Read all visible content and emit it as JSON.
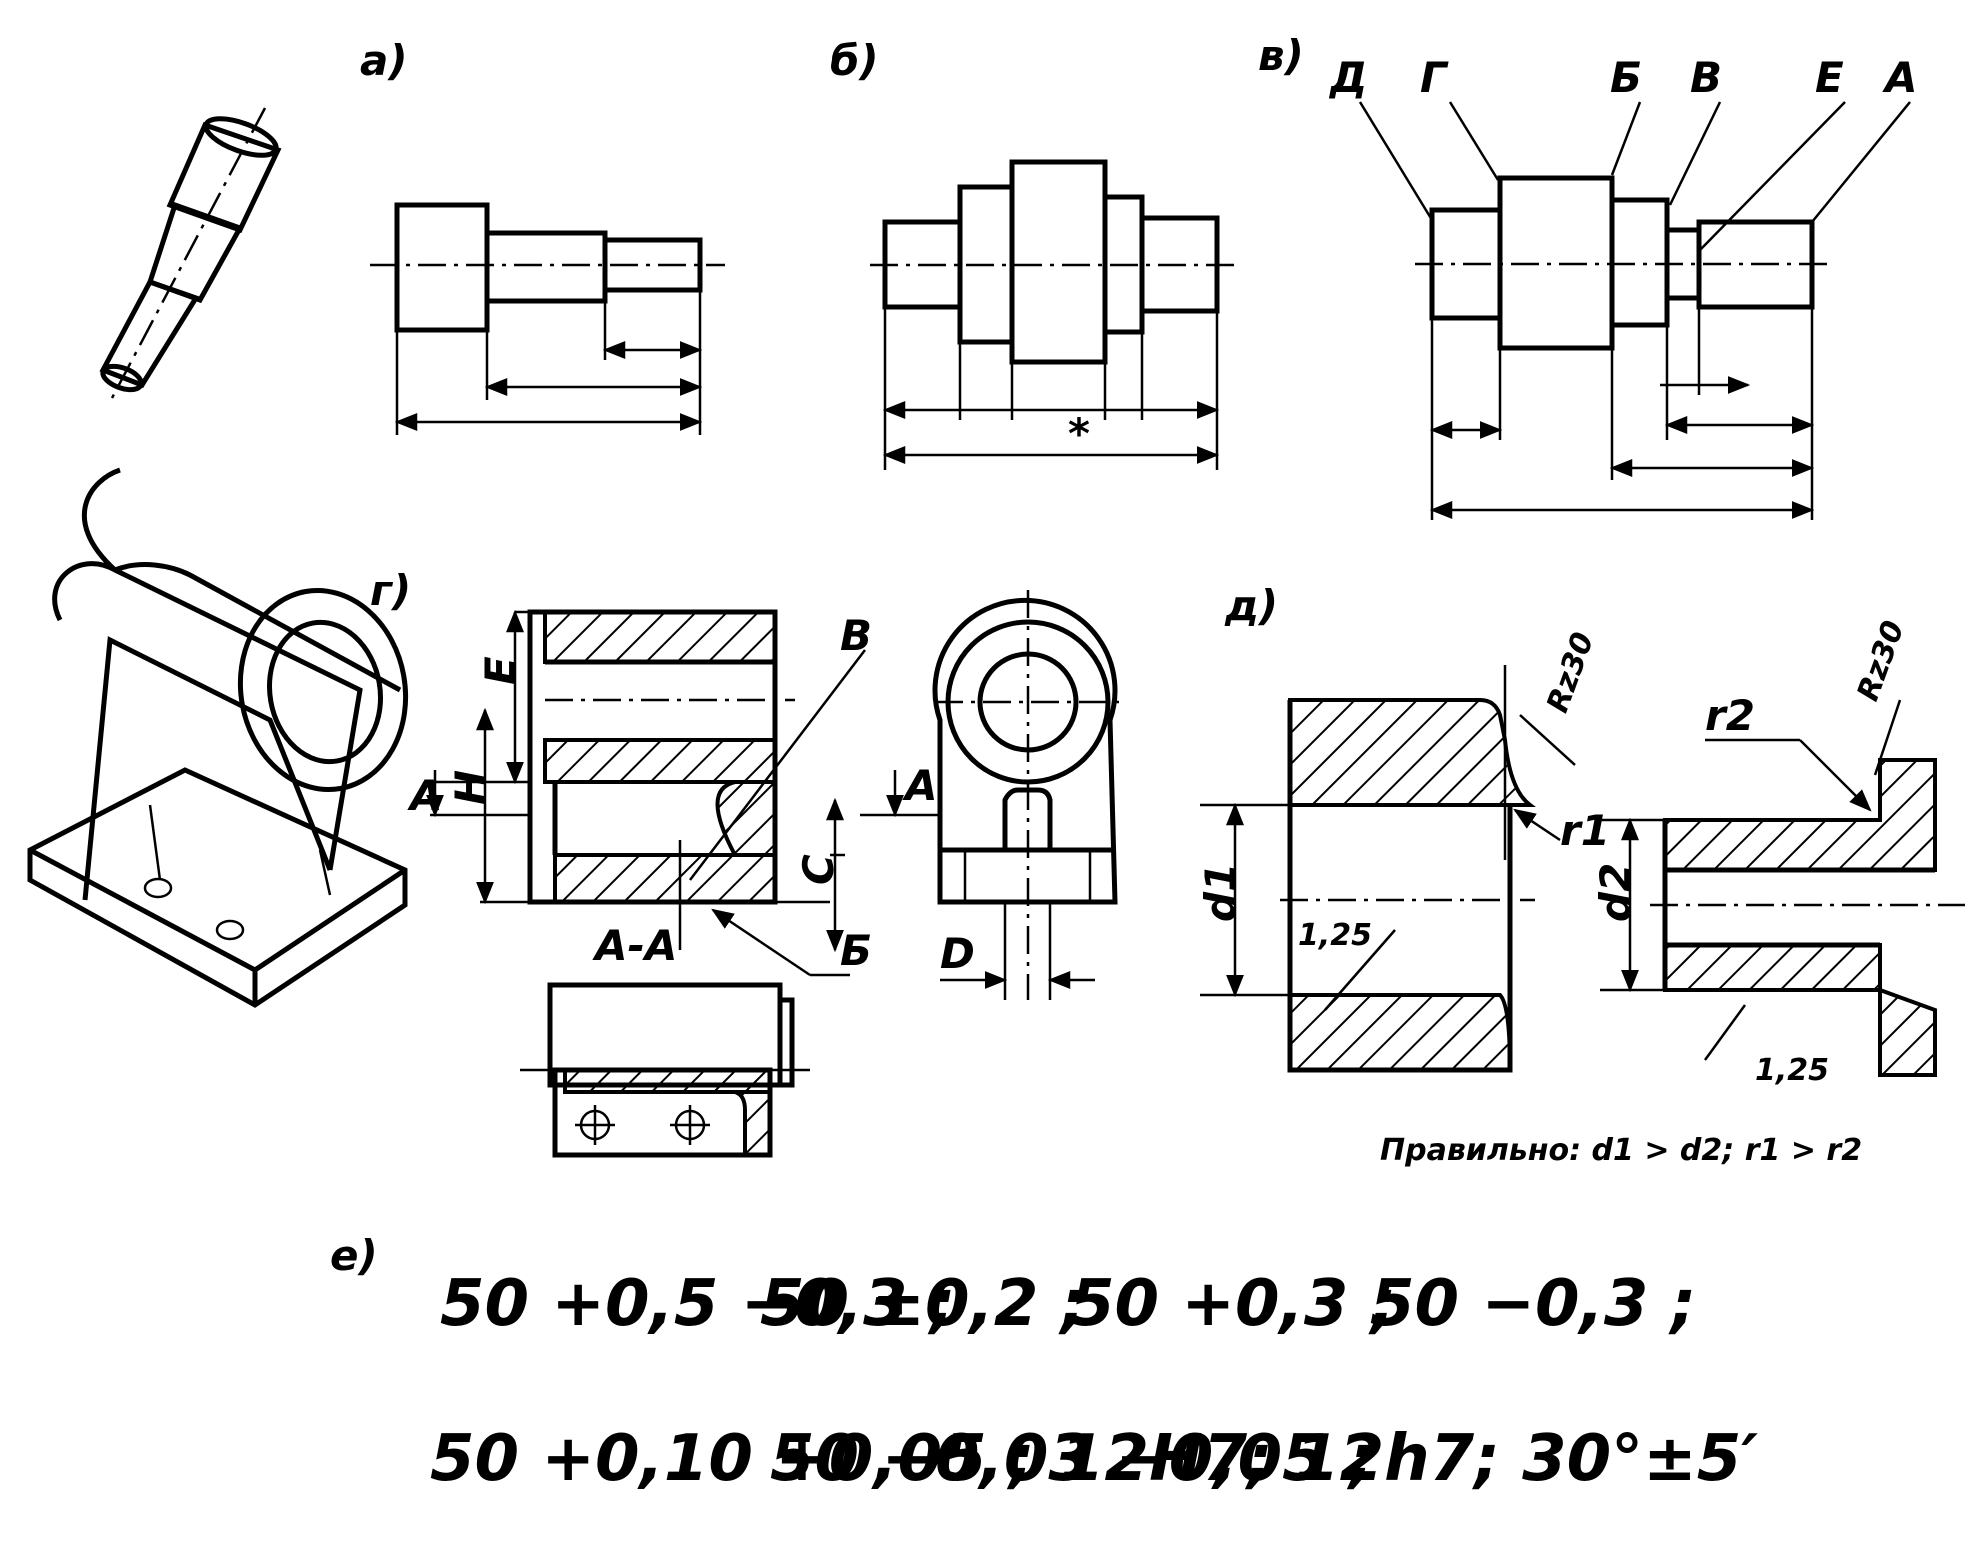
{
  "panels": {
    "a": {
      "label": "а)"
    },
    "b": {
      "label": "б)",
      "star": "*"
    },
    "v": {
      "label": "в)",
      "surfaces": [
        "Д",
        "Г",
        "Б",
        "В",
        "Е",
        "А"
      ]
    },
    "g": {
      "label": "г)",
      "section": "А-А",
      "letters": {
        "E": "E",
        "H": "H",
        "A_left": "A",
        "A_right": "A",
        "C": "C",
        "V": "В",
        "B": "Б",
        "D": "D"
      }
    },
    "d": {
      "label": "д)",
      "rz1": "Rz30",
      "rz2": "Rz30",
      "r1": "r1",
      "r2": "r2",
      "d1": "d1",
      "d2": "d2",
      "f1": "1,25",
      "f2": "1,25",
      "note": "Правильно: d1 > d2; r1 > r2"
    },
    "e": {
      "label": "е)"
    }
  },
  "tolerances": {
    "row1": [
      "50 +0,5 −0,3 ;",
      "50 ±0,2 ;",
      "50 +0,3 ;",
      "50 −0,3 ;"
    ],
    "row2": [
      "50 +0,10 +0,05 ;",
      "50 −0,03 −0,05 ;",
      "12H7; 12h7; 30°±5′"
    ]
  }
}
